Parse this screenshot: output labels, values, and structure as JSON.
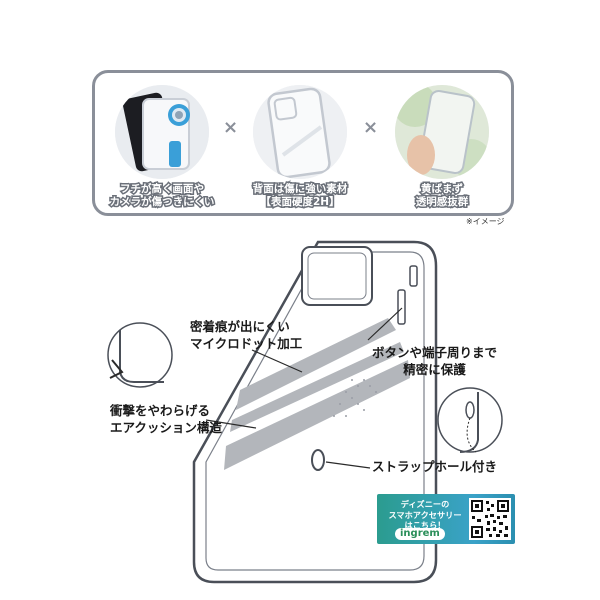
{
  "features": [
    {
      "lines": [
        "フチが高く画面や",
        "カメラが傷つきにくい"
      ],
      "icon": "phone-edge-closeup-image"
    },
    {
      "lines": [
        "背面は傷に強い素材",
        "【表面硬度2H】"
      ],
      "icon": "clear-case-back-image"
    },
    {
      "lines": [
        "黄ばまず",
        "透明感抜群"
      ],
      "icon": "case-in-hand-image"
    }
  ],
  "separator": "×",
  "image_note": "※イメージ",
  "callouts": {
    "microdot": [
      "密着痕が出にくい",
      "マイクロドット加工"
    ],
    "buttons": [
      "ボタンや端子周りまで",
      "精密に保護"
    ],
    "cushion": [
      "衝撃をやわらげる",
      "エアクッション構造"
    ],
    "strap": [
      "ストラップホール付き"
    ]
  },
  "promo": {
    "lines": [
      "ディズニーの",
      "スマホアクセサリー",
      "はこちら！"
    ],
    "logo": "ingrem",
    "colors": {
      "start": "#2b9c8f",
      "end": "#3aa2c8"
    }
  },
  "colors": {
    "panel_border": "#8a8f99",
    "caption_stroke": "#6b7079",
    "accent_blue": "#3a9fd8"
  }
}
